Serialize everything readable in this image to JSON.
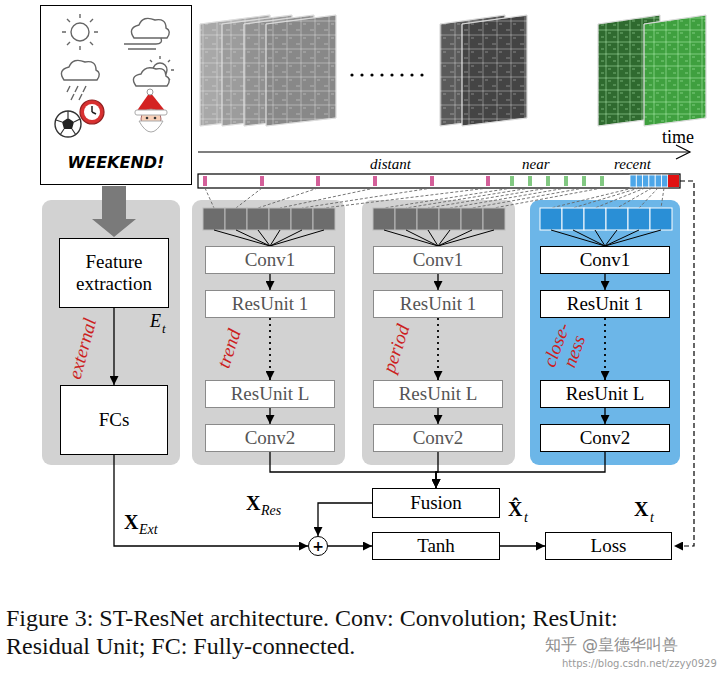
{
  "diagram": {
    "caption": "Figure 3: ST-ResNet architecture. Conv: Convolution; ResUnit: Residual Unit; FC: Fully-connected.",
    "nodes": [
      {
        "text": [
          "WEEKEND!"
        ]
      },
      {
        "text": [
          "external"
        ]
      },
      {
        "text": [
          "Feature extraction"
        ],
        "in": 1
      },
      {
        "text": [
          "FCs"
        ],
        "in": 1
      },
      {
        "text": [
          "trend"
        ]
      },
      {
        "text": [
          "Conv1"
        ],
        "in": 4
      },
      {
        "text": [
          "ResUnit 1"
        ],
        "in": 4
      },
      {
        "text": [
          "ResUnit L"
        ],
        "in": 4
      },
      {
        "text": [
          "Conv2"
        ],
        "in": 4
      },
      {
        "text": [
          "period"
        ]
      },
      {
        "text": [
          "Conv1"
        ],
        "in": 9
      },
      {
        "text": [
          "ResUnit 1"
        ],
        "in": 9
      },
      {
        "text": [
          "ResUnit L"
        ],
        "in": 9
      },
      {
        "text": [
          "Conv2"
        ],
        "in": 9
      },
      {
        "text": [
          "close- ness"
        ]
      },
      {
        "text": [
          "Conv1"
        ],
        "in": 14
      },
      {
        "text": [
          "ResUnit 1"
        ],
        "in": 14
      },
      {
        "text": [
          "ResUnit L"
        ],
        "in": 14
      },
      {
        "text": [
          "Conv2"
        ],
        "in": 14
      },
      {
        "text": [
          "Fusion"
        ]
      },
      {
        "text": [
          "+"
        ]
      },
      {
        "text": [
          "Tanh"
        ]
      },
      {
        "text": [
          "Loss"
        ]
      }
    ],
    "edges": [
      {
        "from": 0,
        "to": 2,
        "arrow": "to"
      },
      {
        "from": 2,
        "to": 3,
        "arrow": "to"
      },
      {
        "from": 3,
        "to": 20,
        "arrow": "to"
      },
      {
        "from": 5,
        "to": 6,
        "arrow": "to"
      },
      {
        "from": 6,
        "to": 7,
        "arrow": "to"
      },
      {
        "from": 7,
        "to": 8,
        "arrow": "to"
      },
      {
        "from": 10,
        "to": 11,
        "arrow": "to"
      },
      {
        "from": 11,
        "to": 12,
        "arrow": "to"
      },
      {
        "from": 12,
        "to": 13,
        "arrow": "to"
      },
      {
        "from": 15,
        "to": 16,
        "arrow": "to"
      },
      {
        "from": 16,
        "to": 17,
        "arrow": "to"
      },
      {
        "from": 17,
        "to": 18,
        "arrow": "to"
      },
      {
        "from": 8,
        "to": 19,
        "arrow": "to"
      },
      {
        "from": 13,
        "to": 19,
        "arrow": "to"
      },
      {
        "from": 18,
        "to": 19,
        "arrow": "to"
      },
      {
        "from": 19,
        "to": 20,
        "arrow": "to"
      },
      {
        "from": 20,
        "to": 21,
        "arrow": "to"
      },
      {
        "from": 21,
        "to": 22,
        "arrow": "to"
      }
    ],
    "labels": [
      "time",
      "distant",
      "near",
      "recent",
      "E",
      "t",
      "X",
      "Ext",
      "X",
      "Res",
      "X̂",
      "t",
      "X",
      "t",
      "知乎 @皇德华叫兽",
      "https://blog.csdn.net/zzyy0929"
    ]
  }
}
